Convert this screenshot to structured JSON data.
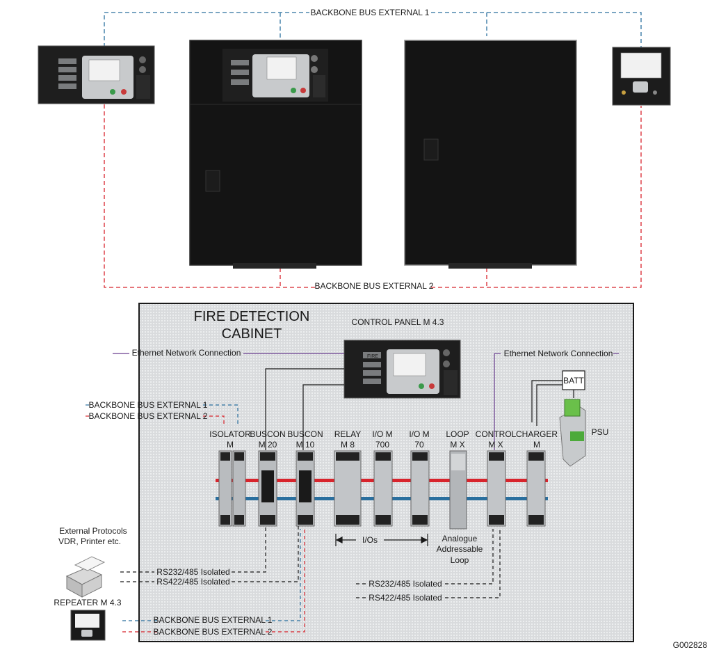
{
  "top": {
    "bus1_label": "BACKBONE BUS EXTERNAL 1",
    "bus2_label": "BACKBONE BUS EXTERNAL 2"
  },
  "cabinet": {
    "title_line1": "FIRE DETECTION",
    "title_line2": "CABINET",
    "control_panel_label": "CONTROL PANEL M 4.3",
    "eth_left": "Ethernet Network Connection",
    "eth_right": "Ethernet Network Connection",
    "bus1_label": "BACKBONE BUS EXTERNAL 1",
    "bus2_label": "BACKBONE BUS EXTERNAL 2",
    "batt": "BATT",
    "psu": "PSU",
    "fire_label": "FIRE"
  },
  "modules": [
    {
      "line1": "ISOLATOR",
      "line2": "M"
    },
    {
      "line1": "BUSCON",
      "line2": "M 20"
    },
    {
      "line1": "BUSCON",
      "line2": "M 10"
    },
    {
      "line1": "RELAY",
      "line2": "M 8"
    },
    {
      "line1": "I/O M",
      "line2": "700"
    },
    {
      "line1": "I/O M",
      "line2": "70"
    },
    {
      "line1": "LOOP",
      "line2": "M X"
    },
    {
      "line1": "CONTROL",
      "line2": "M X"
    },
    {
      "line1": "CHARGER",
      "line2": "M"
    }
  ],
  "ios_label": "I/Os",
  "loop_desc": [
    "Analogue",
    "Addressable",
    "Loop"
  ],
  "external": {
    "title_line1": "External Protocols",
    "title_line2": "VDR, Printer etc.",
    "rs232": "RS232/485 Isolated",
    "rs422": "RS422/485 Isolated"
  },
  "right_serial": {
    "rs232": "RS232/485 Isolated",
    "rs422": "RS422/485 Isolated"
  },
  "repeater": {
    "label": "REPEATER M 4.3",
    "bus1_label": "BACKBONE BUS EXTERNAL 1",
    "bus2_label": "BACKBONE BUS EXTERNAL 2"
  },
  "figure_code": "G002828",
  "colors": {
    "bus_blue": "#2a6f9e",
    "bus_red": "#d8242c",
    "ethernet": "#6a3d8f",
    "cabinet_bg": "#e6e8ea",
    "enclosure": "#141414"
  }
}
